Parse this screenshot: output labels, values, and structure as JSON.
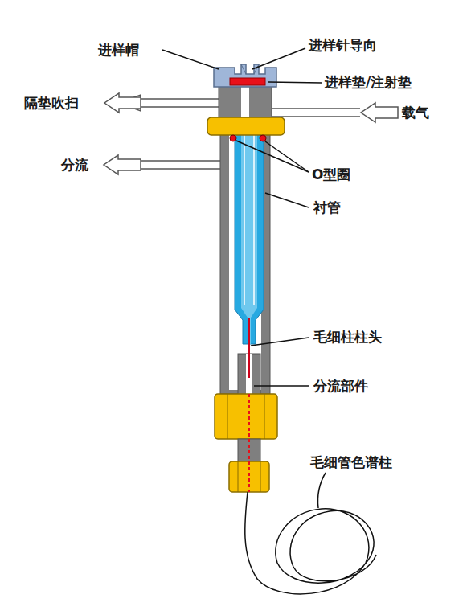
{
  "diagram": {
    "labels": [
      "进样帽",
      "进样针导向",
      "进样垫/注射垫",
      "隔垫吹扫",
      "载气",
      "分流",
      "O型圈",
      "衬管",
      "毛细柱柱头",
      "分流部件",
      "毛细管色谱柱"
    ]
  }
}
